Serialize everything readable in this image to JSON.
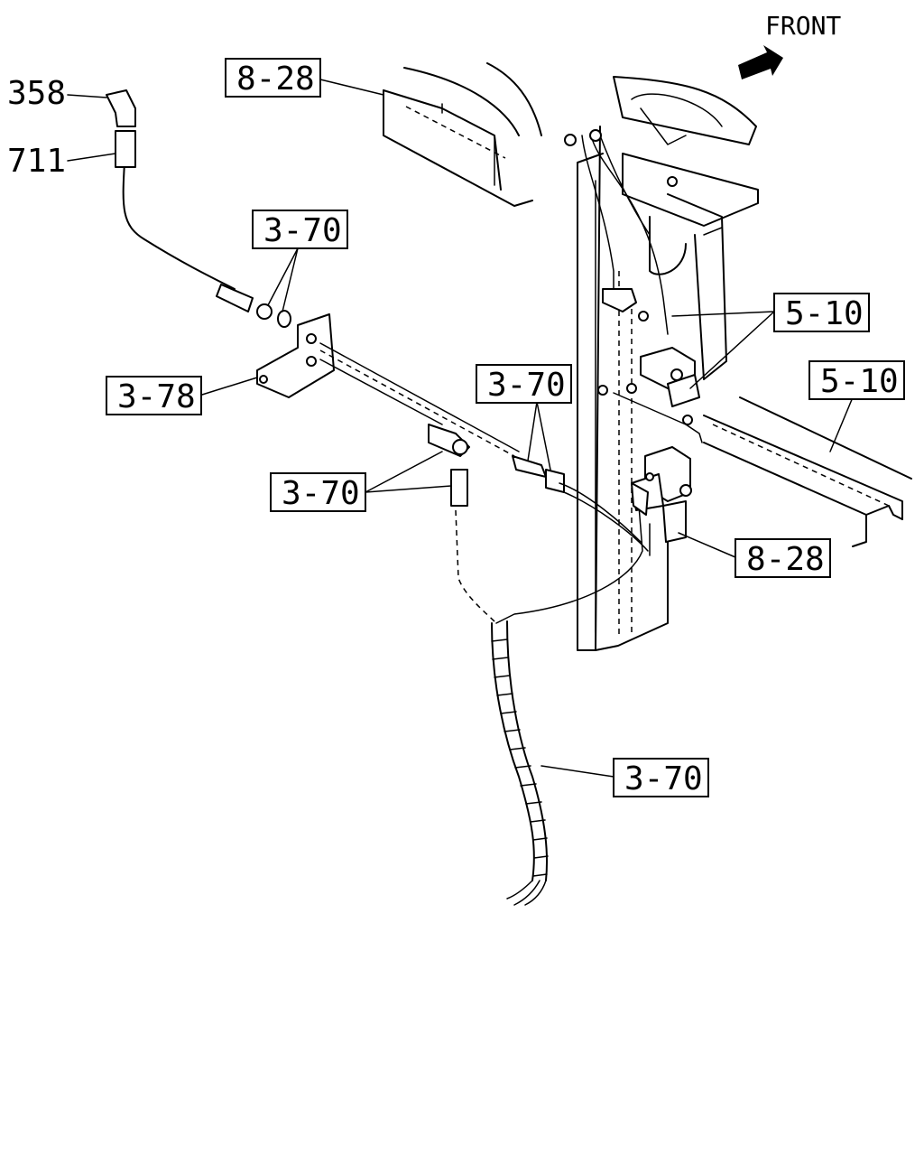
{
  "diagram": {
    "front_label": "FRONT",
    "callouts": {
      "ref_828_top": "8-28",
      "ref_370_a": "3-70",
      "ref_378": "3-78",
      "ref_370_b": "3-70",
      "ref_370_c": "3-70",
      "ref_510_a": "5-10",
      "ref_510_b": "5-10",
      "ref_828_bottom": "8-28",
      "ref_370_d": "3-70"
    },
    "part_numbers": {
      "elbow_fitting": "358",
      "hose": "711"
    }
  }
}
